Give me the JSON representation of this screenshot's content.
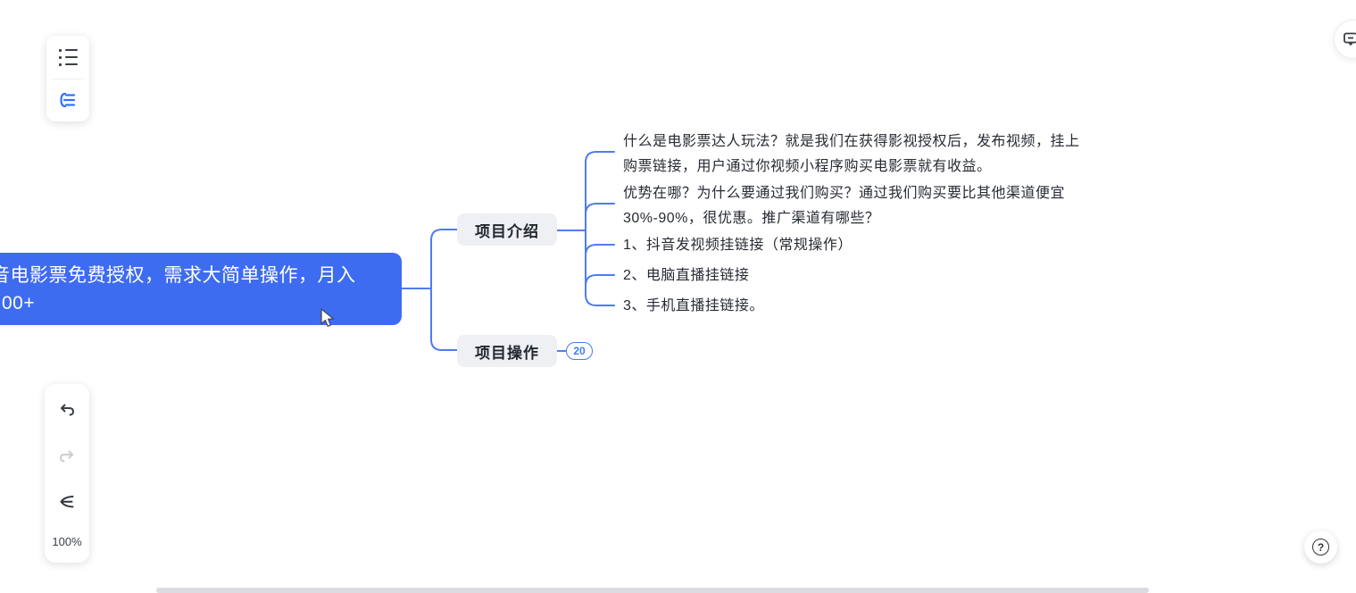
{
  "colors": {
    "root_node_blue": "#3e6cf0",
    "connector_blue": "#4d7cf3",
    "branch_node_gray": "#eef0f3",
    "badge_blue": "#3f7df6",
    "scrollbar_gray": "#dcdce0"
  },
  "top_left_toolbar": {
    "buttons": [
      {
        "icon": "outline-list-icon"
      },
      {
        "icon": "mindmap-structure-icon"
      }
    ]
  },
  "bottom_left_toolbar": {
    "undo_icon": "undo-arrow",
    "redo_icon": "redo-arrow",
    "locate_icon": "back-to-root-arrow",
    "zoom_label": "100%"
  },
  "top_right": {
    "icon": "feedback-comment-icon"
  },
  "help_button": {
    "label": "?"
  },
  "mindmap": {
    "root": {
      "line1": "音电影票免费授权，需求大简单操作，月入",
      "line2": "00+"
    },
    "branch_intro": {
      "label": "项目介绍"
    },
    "branch_ops": {
      "label": "项目操作",
      "badge": "20"
    },
    "intro_children": [
      {
        "lines": [
          "什么是电影票达人玩法？就是我们在获得影视授权后，发布视频，挂上",
          "购票链接，用户通过你视频小程序购买电影票就有收益。"
        ]
      },
      {
        "lines": [
          "优势在哪？为什么要通过我们购买？通过我们购买要比其他渠道便宜",
          "30%-90%，很优惠。推广渠道有哪些？"
        ]
      },
      {
        "lines": [
          "1、抖音发视频挂链接（常规操作）"
        ]
      },
      {
        "lines": [
          "2、电脑直播挂链接"
        ]
      },
      {
        "lines": [
          "3、手机直播挂链接。"
        ]
      }
    ]
  }
}
